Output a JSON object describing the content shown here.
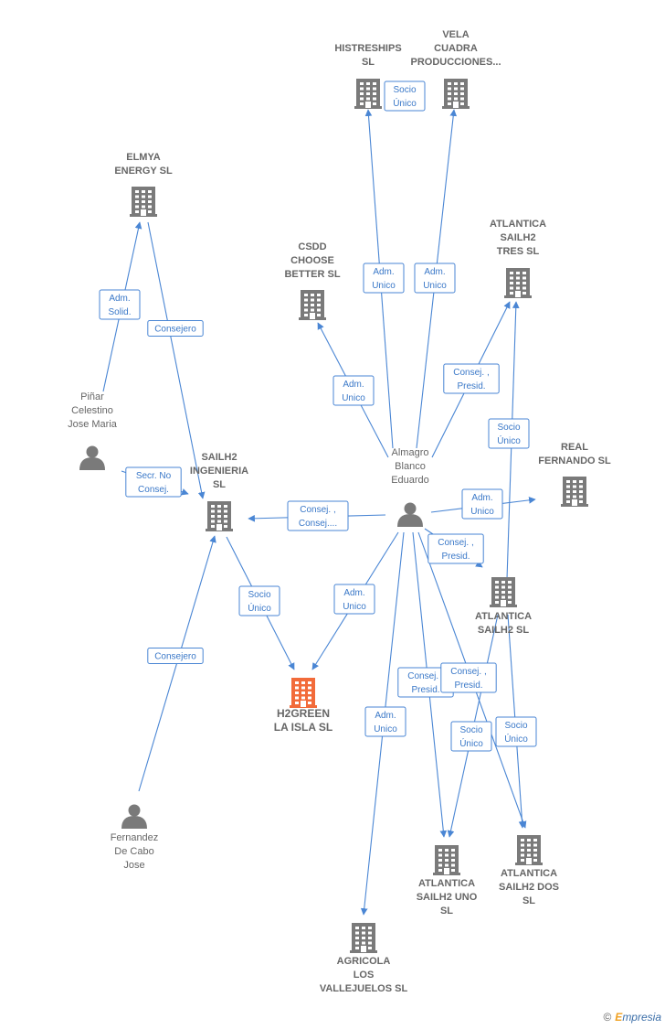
{
  "nodes": [
    {
      "id": "histreships",
      "kind": "company",
      "lines": [
        "HISTRESHIPS",
        "SL"
      ]
    },
    {
      "id": "vela",
      "kind": "company",
      "lines": [
        "VELA",
        "CUADRA",
        "PRODUCCIONES..."
      ]
    },
    {
      "id": "elmya",
      "kind": "company",
      "lines": [
        "ELMYA",
        "ENERGY  SL"
      ]
    },
    {
      "id": "csdd",
      "kind": "company",
      "lines": [
        "CSDD",
        "CHOOSE",
        "BETTER  SL"
      ]
    },
    {
      "id": "atl_tres",
      "kind": "company",
      "lines": [
        "ATLANTICA",
        "SAILH2",
        "TRES  SL"
      ]
    },
    {
      "id": "pinar",
      "kind": "person",
      "lines": [
        "Piñar",
        "Celestino",
        "Jose Maria"
      ]
    },
    {
      "id": "almagro",
      "kind": "person",
      "lines": [
        "Almagro",
        "Blanco",
        "Eduardo"
      ]
    },
    {
      "id": "ingenieria",
      "kind": "company",
      "lines": [
        "SAILH2",
        "INGENIERIA",
        "SL"
      ]
    },
    {
      "id": "real",
      "kind": "company",
      "lines": [
        "REAL",
        "FERNANDO  SL"
      ]
    },
    {
      "id": "atl_sl",
      "kind": "company",
      "lines": [
        "ATLANTICA",
        "SAILH2  SL"
      ]
    },
    {
      "id": "h2green",
      "kind": "company",
      "highlight": true,
      "lines": [
        "H2GREEN",
        "LA ISLA  SL"
      ]
    },
    {
      "id": "fernandez",
      "kind": "person",
      "lines": [
        "Fernandez",
        "De Cabo",
        "Jose"
      ]
    },
    {
      "id": "atl_uno",
      "kind": "company",
      "lines": [
        "ATLANTICA",
        "SAILH2 UNO",
        "SL"
      ]
    },
    {
      "id": "atl_dos",
      "kind": "company",
      "lines": [
        "ATLANTICA",
        "SAILH2 DOS",
        "SL"
      ]
    },
    {
      "id": "agricola",
      "kind": "company",
      "lines": [
        "AGRICOLA",
        "LOS",
        "VALLEJUELOS SL"
      ]
    }
  ],
  "edges": [
    {
      "id": "e1",
      "from": "almagro",
      "to": "histreships",
      "label": [
        "Adm.",
        "Unico"
      ]
    },
    {
      "id": "e2",
      "from": "almagro",
      "to": "vela",
      "label": [
        "Adm.",
        "Unico"
      ]
    },
    {
      "id": "e3",
      "from": "histreships",
      "to": "vela",
      "label": [
        "Socio",
        "Único"
      ]
    },
    {
      "id": "e4",
      "from": "almagro",
      "to": "csdd",
      "label": [
        "Adm.",
        "Unico"
      ]
    },
    {
      "id": "e5",
      "from": "almagro",
      "to": "atl_tres",
      "label": [
        "Consej. ,",
        "Presid."
      ]
    },
    {
      "id": "e6",
      "from": "pinar",
      "to": "elmya",
      "label": [
        "Adm.",
        "Solid."
      ]
    },
    {
      "id": "e7",
      "from": "elmya",
      "to": "ingenieria",
      "label": [
        "Consejero"
      ]
    },
    {
      "id": "e8",
      "from": "pinar",
      "to": "ingenieria",
      "label": [
        "Secr.  No",
        "Consej."
      ]
    },
    {
      "id": "e9",
      "from": "almagro",
      "to": "ingenieria",
      "label": [
        "Consej. ,",
        "Consej...."
      ]
    },
    {
      "id": "e10",
      "from": "almagro",
      "to": "real",
      "label": [
        "Adm.",
        "Unico"
      ]
    },
    {
      "id": "e11",
      "from": "atl_sl",
      "to": "atl_tres",
      "label": [
        "Socio",
        "Único"
      ]
    },
    {
      "id": "e12",
      "from": "almagro",
      "to": "atl_sl",
      "label": [
        "Consej. ,",
        "Presid."
      ]
    },
    {
      "id": "e13",
      "from": "ingenieria",
      "to": "h2green",
      "label": [
        "Socio",
        "Único"
      ]
    },
    {
      "id": "e14",
      "from": "almagro",
      "to": "h2green",
      "label": [
        "Adm.",
        "Unico"
      ]
    },
    {
      "id": "e15",
      "from": "fernandez",
      "to": "ingenieria",
      "label": [
        "Consejero"
      ]
    },
    {
      "id": "e16",
      "from": "almagro",
      "to": "atl_uno",
      "label": [
        "Consej. ,",
        "Presid."
      ]
    },
    {
      "id": "e17",
      "from": "almagro",
      "to": "atl_dos",
      "label": [
        "Consej. ,",
        "Presid."
      ]
    },
    {
      "id": "e18",
      "from": "atl_sl",
      "to": "atl_uno",
      "label": [
        "Socio",
        "Único"
      ]
    },
    {
      "id": "e19",
      "from": "atl_sl",
      "to": "atl_dos",
      "label": [
        "Socio",
        "Único"
      ]
    },
    {
      "id": "e20",
      "from": "almagro",
      "to": "agricola",
      "label": [
        "Adm.",
        "Unico"
      ]
    }
  ],
  "colors": {
    "edge": "#4a86d4",
    "company_icon": "#7a7a7a",
    "highlight_icon": "#f26b3a",
    "person_icon": "#7a7a7a",
    "label_text": "#666666"
  },
  "footer": {
    "copyright": "©",
    "brand_initial": "E",
    "brand_rest": "mpresia"
  }
}
